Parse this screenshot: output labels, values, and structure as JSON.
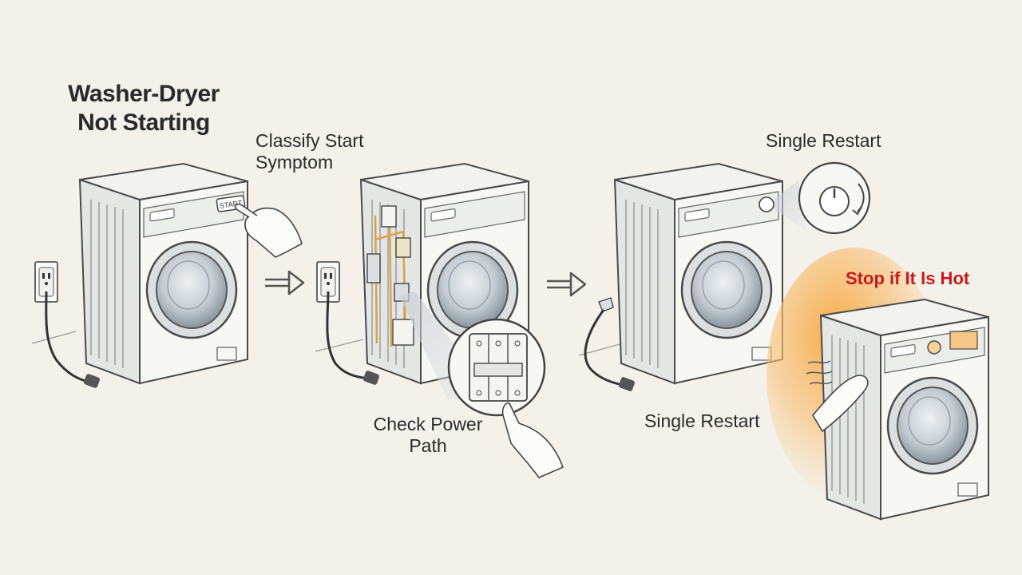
{
  "diagram": {
    "title_line1": "Washer-Dryer",
    "title_line2": "Not Starting",
    "steps": [
      {
        "label_line1": "Classify Start",
        "label_line2": "Symptom"
      },
      {
        "label_line1": "Check Power",
        "label_line2": "Path"
      },
      {
        "label_line1": "Single Restart"
      },
      {
        "label_line1": "Single Restart"
      }
    ],
    "warning": "Stop if It Is Hot",
    "start_button_text": "START",
    "colors": {
      "background": "#f3f1ea",
      "outline": "#4a4a4a",
      "warning": "#c8191c",
      "heat": "#f4a23a",
      "wire": "#e0a040"
    }
  }
}
